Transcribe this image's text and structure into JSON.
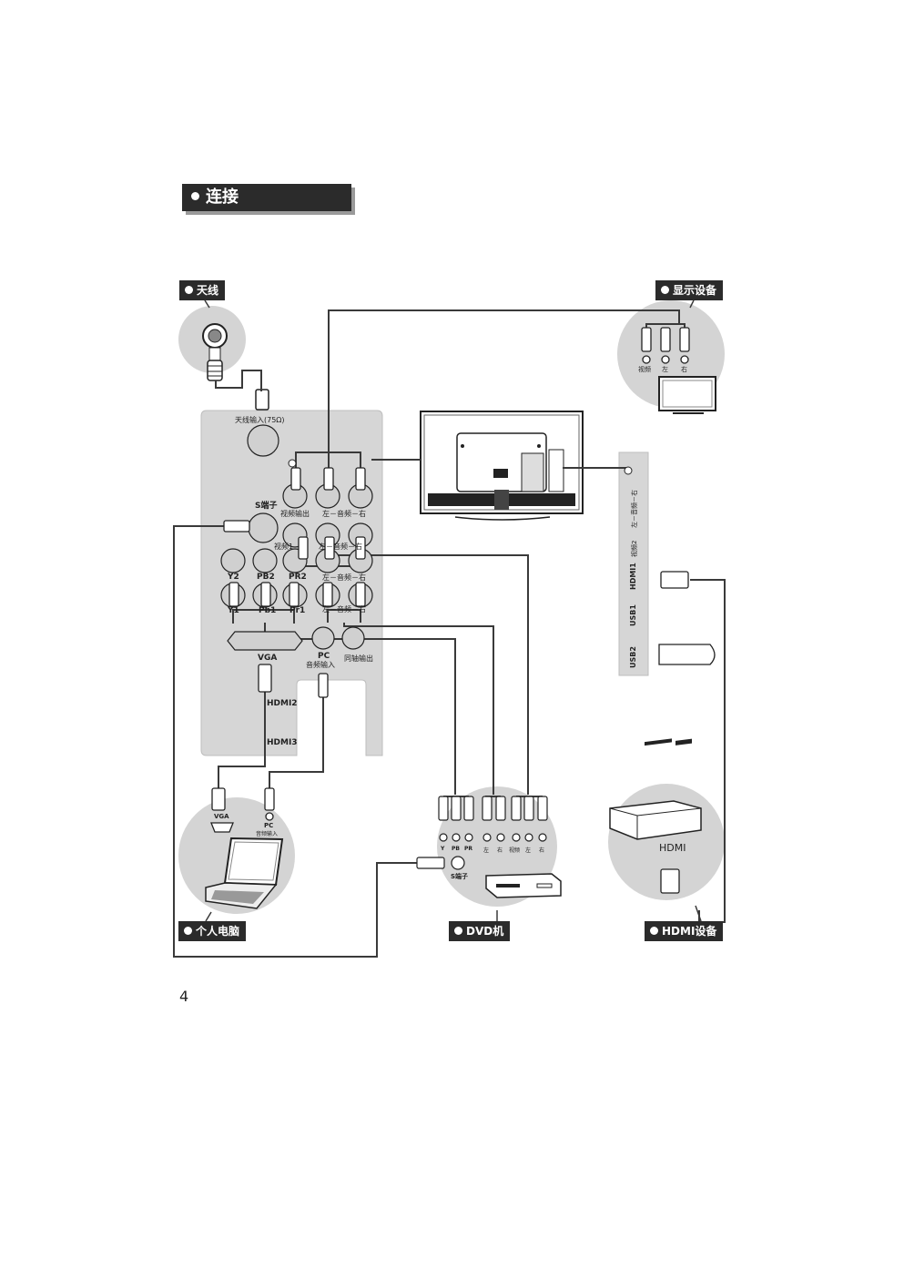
{
  "header": {
    "title": "连接"
  },
  "devices": {
    "antenna": "天线",
    "display": "显示设备",
    "pc": "个人电脑",
    "dvd": "DVD机",
    "hdmi_device": "HDMI设备"
  },
  "panel": {
    "antenna_in": "天线输入(75Ω)",
    "s_terminal": "S端子",
    "video_out": "视频输出",
    "audio_out": "左－音频－右",
    "video1": "视频1",
    "audio_in_1": "左－音频－右",
    "y2": "Y2",
    "pb2": "PB2",
    "pr2": "PR2",
    "audio_in_2": "左－音频－右",
    "y1": "Y1",
    "pb1": "Pb1",
    "pr1": "Pr1",
    "audio_in_3": "左－音频－右",
    "vga": "VGA",
    "pc": "PC",
    "pc_audio_in": "音频输入",
    "coax_out": "同轴输出",
    "hdmi2": "HDMI2",
    "hdmi3": "HDMI3"
  },
  "side_panel": {
    "audio": "左－音频－右",
    "video2": "视频2",
    "hdmi1": "HDMI1",
    "usb1": "USB1",
    "usb2": "USB2"
  },
  "display_labels": {
    "video": "视频",
    "left": "左",
    "right": "右"
  },
  "pc_labels": {
    "vga": "VGA",
    "pc": "PC",
    "audio_in": "音频输入"
  },
  "dvd_labels": {
    "y": "Y",
    "pb": "PB",
    "pr": "PR",
    "left1": "左",
    "right1": "右",
    "video": "视频",
    "left2": "左",
    "right2": "右",
    "s_terminal": "S端子"
  },
  "hdmi_device_label": "HDMI",
  "page_number": "4",
  "colors": {
    "banner": "#2b2b2b",
    "panel": "#d6d6d6",
    "bubble": "#d4d4d4",
    "cable": "#3a3a3a"
  }
}
